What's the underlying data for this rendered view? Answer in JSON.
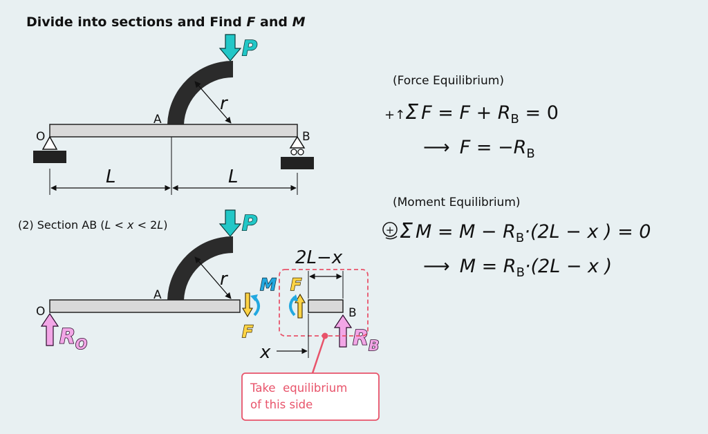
{
  "title": {
    "prefix": "Divide into sections and Find ",
    "f": "F",
    "mid": " and ",
    "m": "M"
  },
  "colors": {
    "background": "#e8f0f2",
    "beam": "#d9d9d9",
    "arc": "#2b2b2b",
    "load_arrow": "#22c7c7",
    "reaction_arrow": "#f2a6e6",
    "force_arrow": "#ffd445",
    "moment_arrow": "#22a8e0",
    "callout": "#e8536a"
  },
  "top_diagram": {
    "load": "P",
    "radius": "r",
    "point_a": "A",
    "point_o": "O",
    "point_b": "B",
    "span_left": "L",
    "span_right": "L"
  },
  "section_diagram": {
    "heading": {
      "prefix": "(2) Section AB (",
      "var1": "L",
      "rel1": " < ",
      "var2": "x",
      "rel2": " < 2",
      "var3": "L",
      "suffix": ")"
    },
    "load": "P",
    "radius": "r",
    "point_a": "A",
    "point_o": "O",
    "point_b": "B",
    "reaction_o": {
      "main": "R",
      "sub": "O"
    },
    "reaction_b": {
      "main": "R",
      "sub": "B"
    },
    "force_left": "F",
    "moment_left": "M",
    "force_right": "F",
    "length_label": "2L−x",
    "x_label": "x",
    "callout": [
      "Take  equilibrium",
      "of this side"
    ]
  },
  "force_eq": {
    "heading": "(Force Equilibrium)",
    "sign": "+↑",
    "sum": "Σ",
    "line1": {
      "lhs": "F = F + R",
      "sub": "B",
      "rhs": " = 0"
    },
    "line2": {
      "arrow": "⟶",
      "lhs": "F = −R",
      "sub": "B"
    }
  },
  "moment_eq": {
    "heading": "(Moment Equilibrium)",
    "sign": "+",
    "sum": "Σ",
    "line1": {
      "lhs": "M = M − R",
      "sub": "B",
      "rhs": "·(2L − x ) = 0"
    },
    "line2": {
      "arrow": "⟶",
      "lhs": "M = R",
      "sub": "B",
      "rhs": "·(2L − x )"
    }
  }
}
